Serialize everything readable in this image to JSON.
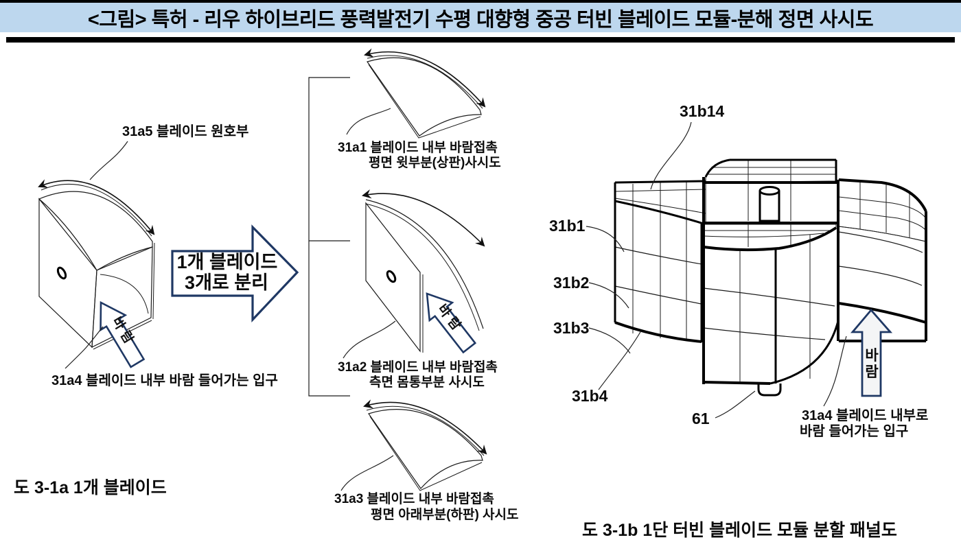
{
  "title": "<그림> 특허 - 리우 하이브리드 풍력발전기 수평 대향형 중공 터빈 블레이드 모듈-분해 정면 사시도",
  "figure_a": {
    "caption": "도 3-1a 1개 블레이드",
    "arc_label": "31a5 블레이드 원호부",
    "inlet_label": "31a4 블레이드 내부 바람 들어가는 입구",
    "wind_text": "바람"
  },
  "split_arrow": {
    "line1": "1개 블레이드",
    "line2": "3개로 분리"
  },
  "parts": {
    "a1_line1": "31a1 블레이드 내부 바람접촉",
    "a1_line2": "평면 윗부분(상판)사시도",
    "a2_line1": "31a2 블레이드 내부 바람접촉",
    "a2_line2": "측면 몸통부분 사시도",
    "a2_wind": "바람",
    "a3_line1": "31a3 블레이드 내부 바람접촉",
    "a3_line2": "평면 아래부분(하판) 사시도"
  },
  "figure_b": {
    "caption": "도 3-1b 1단 터빈 블레이드 모듈 분할 패널도",
    "ref_b14": "31b14",
    "ref_b1": "31b1",
    "ref_b2": "31b2",
    "ref_b3": "31b3",
    "ref_b4": "31b4",
    "ref_61": "61",
    "inlet_line1": "31a4 블레이드 내부로",
    "inlet_line2": "바람 들어가는 입구",
    "wind_char_top": "바",
    "wind_char_bottom": "람"
  },
  "colors": {
    "title_bg": "#BDD7EE",
    "navy": "#1F3864",
    "line": "#111111",
    "band_gray": "#DFE1E3",
    "dark_gray": "#C9CBCD",
    "inlet_gray": "#F0F1F2"
  }
}
